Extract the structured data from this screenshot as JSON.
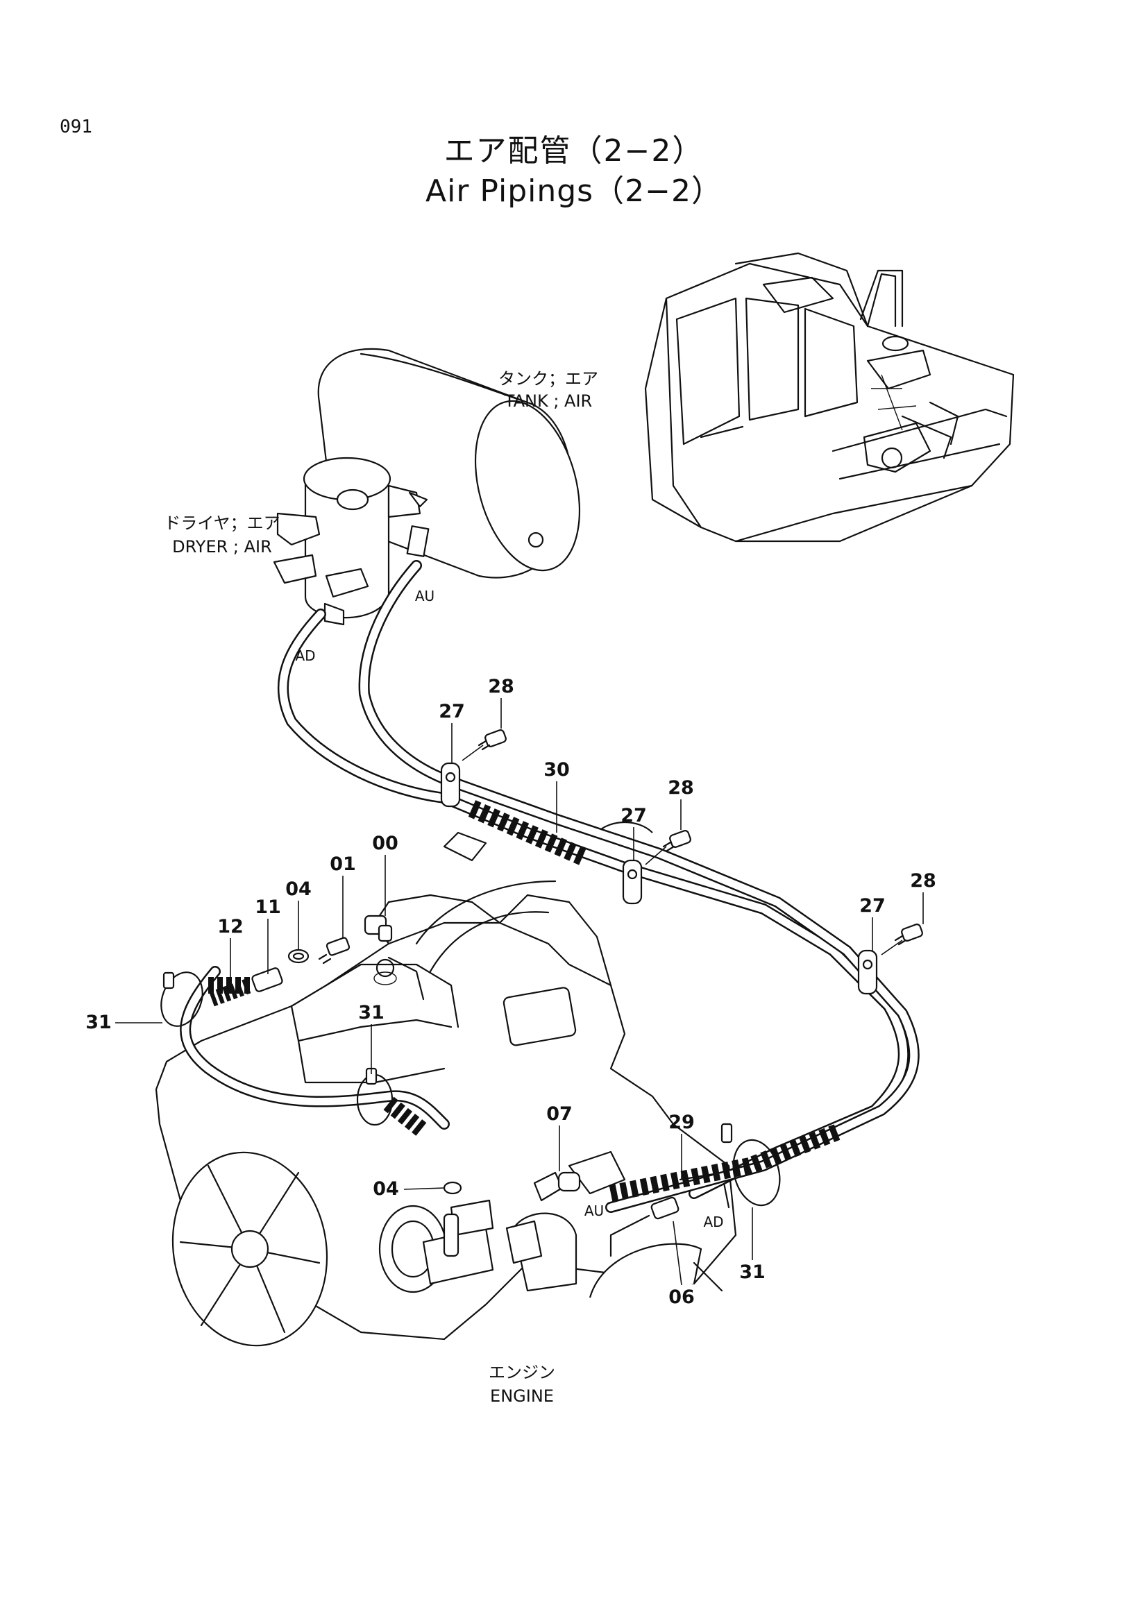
{
  "page": {
    "number": "091",
    "title_jp": "エア配管（2−2）",
    "title_en": "Air Pipings（2−2）"
  },
  "components": {
    "tank_jp": "タンク；エア",
    "tank_en": "TANK ; AIR",
    "dryer_jp": "ドライヤ；エア",
    "dryer_en": "DRYER ; AIR",
    "engine_jp": "エンジン",
    "engine_en": "ENGINE"
  },
  "connections": {
    "au_top": "AU",
    "ad_top": "AD",
    "au_bottom": "AU",
    "ad_bottom": "AD"
  },
  "callouts": {
    "c00": "00",
    "c01": "01",
    "c04a": "04",
    "c04b": "04",
    "c06": "06",
    "c07": "07",
    "c11": "11",
    "c12": "12",
    "c27a": "27",
    "c27b": "27",
    "c27c": "27",
    "c28a": "28",
    "c28b": "28",
    "c28c": "28",
    "c29": "29",
    "c30": "30",
    "c31a": "31",
    "c31b": "31",
    "c31c": "31"
  }
}
